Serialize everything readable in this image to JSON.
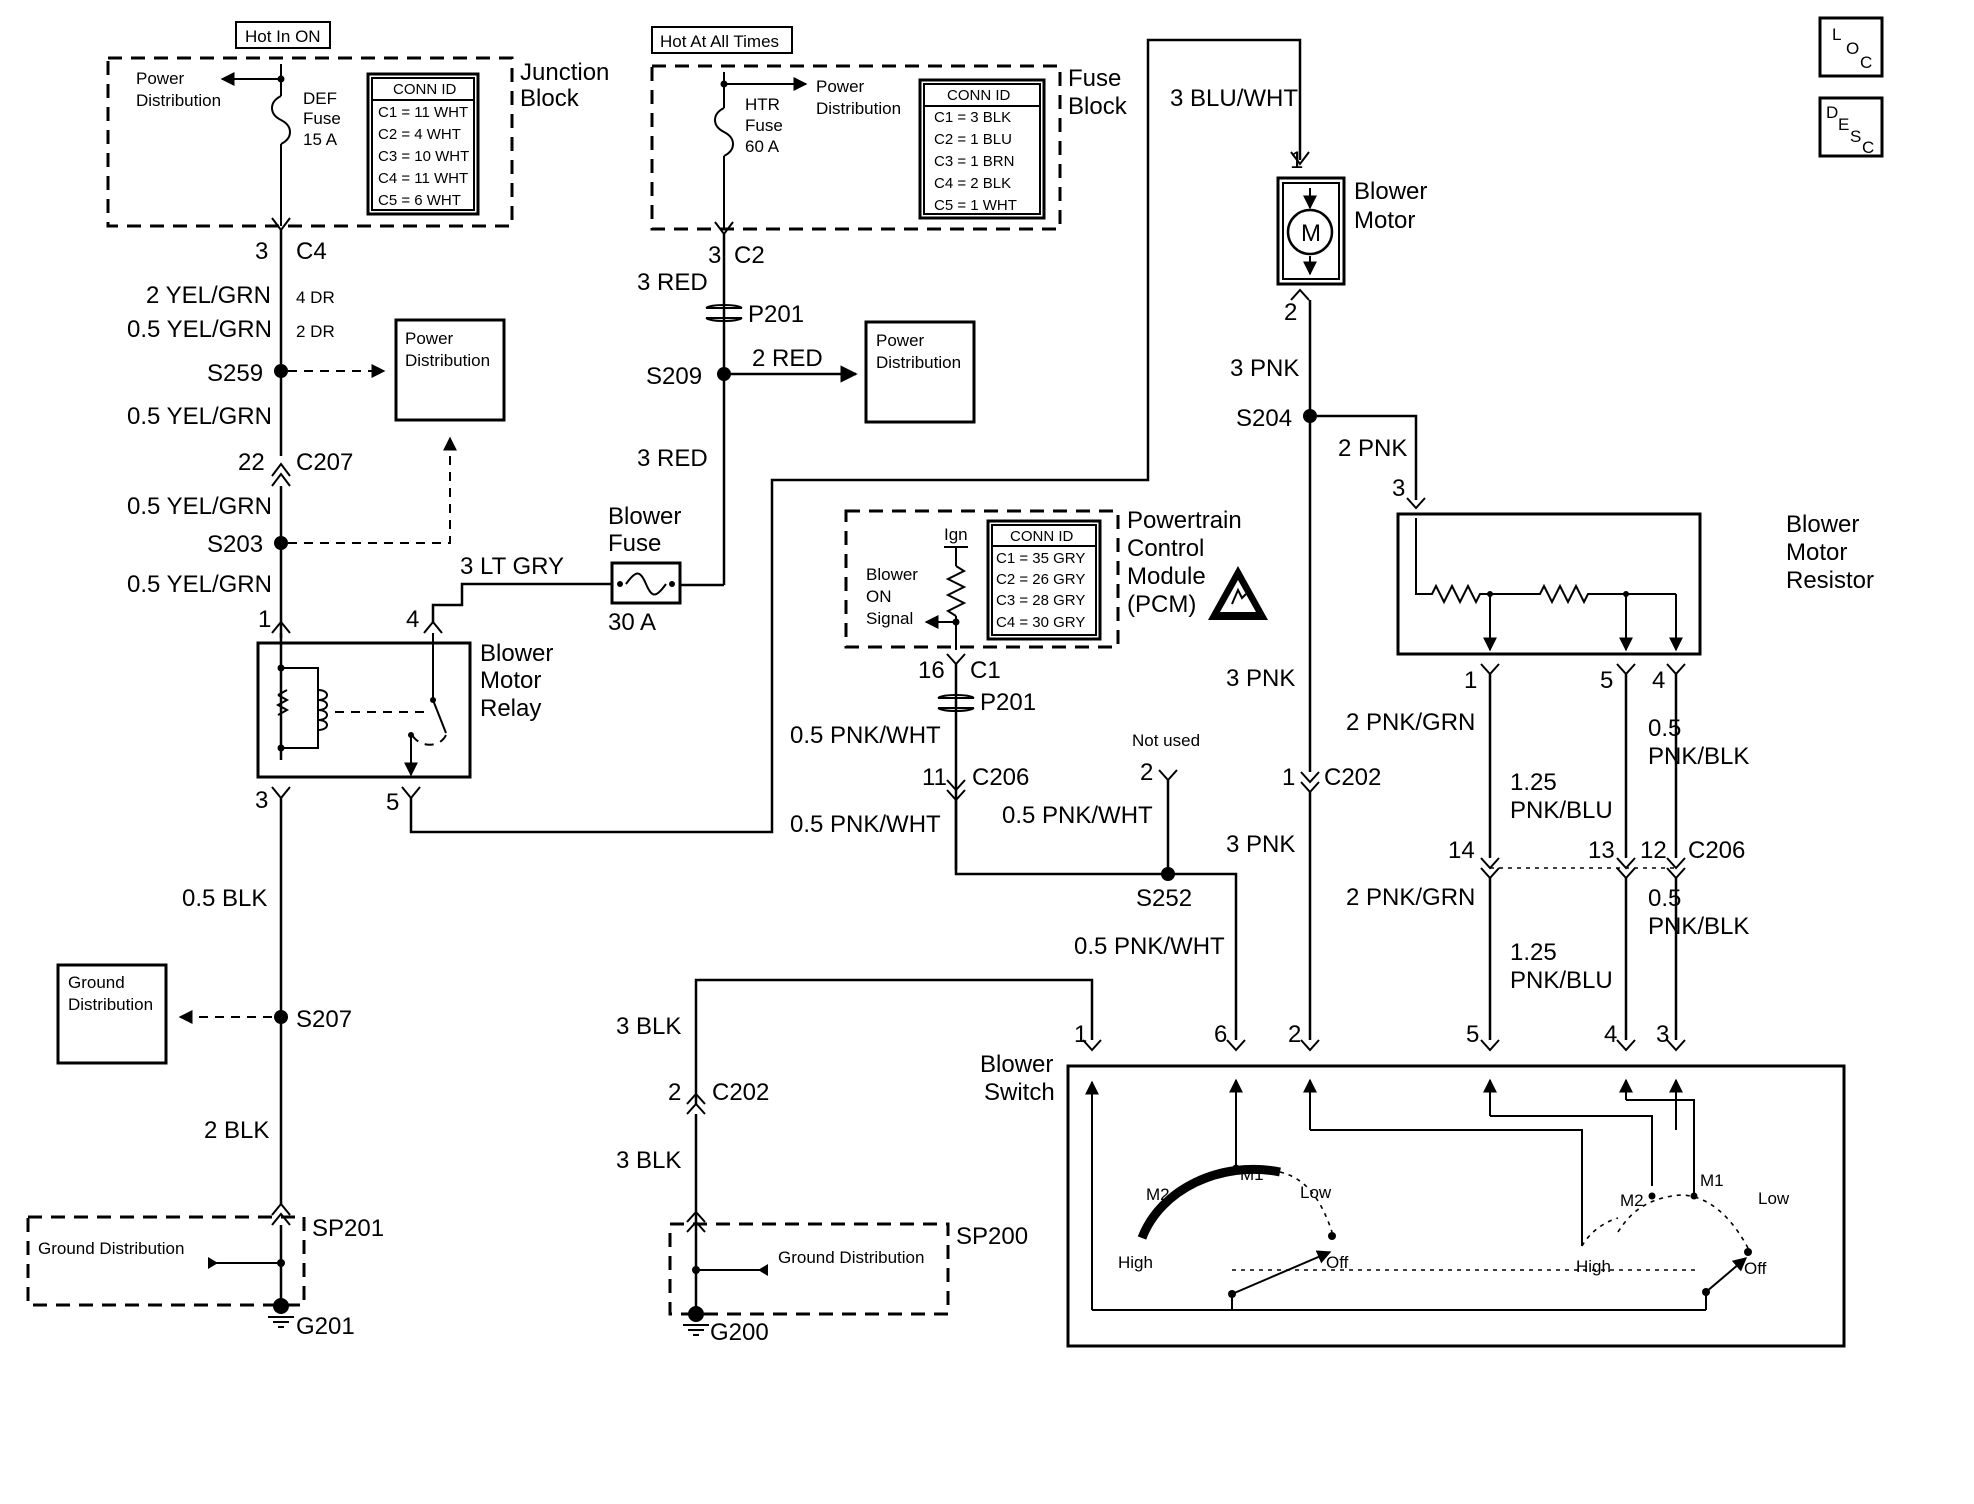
{
  "corner_icons": {
    "loc": [
      "L",
      "O",
      "C"
    ],
    "desc": [
      "D",
      "E",
      "S",
      "C"
    ]
  },
  "junction_block": {
    "header": "Hot In ON",
    "title_lines": [
      "Junction",
      "Block"
    ],
    "power_dist_lines": [
      "Power",
      "Distribution"
    ],
    "fuse_lines": [
      "DEF",
      "Fuse",
      "15 A"
    ],
    "conn_header": "CONN ID",
    "conn_rows": [
      "C1 = 11 WHT",
      "C2 = 4 WHT",
      "C3 = 10 WHT",
      "C4 = 11 WHT",
      "C5 = 6 WHT"
    ]
  },
  "fuse_block": {
    "header": "Hot At All Times",
    "title_lines": [
      "Fuse",
      "Block"
    ],
    "power_dist_lines": [
      "Power",
      "Distribution"
    ],
    "fuse_lines": [
      "HTR",
      "Fuse",
      "60 A"
    ],
    "conn_header": "CONN ID",
    "conn_rows": [
      "C1 = 3 BLK",
      "C2 = 1 BLU",
      "C3 = 1 BRN",
      "C4 = 2 BLK",
      "C5 = 1 WHT"
    ]
  },
  "left_circuit": {
    "c4_pin": "3",
    "c4": "C4",
    "wire_4dr": "2 YEL/GRN",
    "tag_4dr": "4 DR",
    "wire_2dr": "0.5 YEL/GRN",
    "tag_2dr": "2 DR",
    "s259": "S259",
    "power_dist_lines": [
      "Power",
      "Distribution"
    ],
    "wire_a": "0.5 YEL/GRN",
    "c207_pin": "22",
    "c207": "C207",
    "wire_b": "0.5 YEL/GRN",
    "s203": "S203",
    "wire_c": "0.5 YEL/GRN",
    "relay_pin1": "1",
    "relay_pin4": "4",
    "relay_pin3": "3",
    "relay_pin5": "5",
    "relay_lines": [
      "Blower",
      "Motor",
      "Relay"
    ],
    "wire_blk": "0.5 BLK",
    "ground_dist_lines": [
      "Ground",
      "Distribution"
    ],
    "s207": "S207",
    "wire_2blk": "2 BLK",
    "sp201": "SP201",
    "sp201_label": "Ground Distribution",
    "g201": "G201"
  },
  "mid_circuit": {
    "c2_pin": "3",
    "c2": "C2",
    "wire_red1": "3 RED",
    "p201": "P201",
    "s209": "S209",
    "wire_2red": "2 RED",
    "power_dist_lines": [
      "Power",
      "Distribution"
    ],
    "wire_red2": "3 RED",
    "blower_fuse_lines": [
      "Blower",
      "Fuse"
    ],
    "fuse_rating": "30 A",
    "wire_ltgry": "3 LT GRY"
  },
  "pcm": {
    "ign": "Ign",
    "signal_lines": [
      "Blower",
      "ON",
      "Signal"
    ],
    "conn_header": "CONN ID",
    "conn_rows": [
      "C1 = 35 GRY",
      "C2 = 26 GRY",
      "C3 = 28 GRY",
      "C4 = 30 GRY"
    ],
    "title_lines": [
      "Powertrain",
      "Control",
      "Module",
      "(PCM)"
    ],
    "c1_pin": "16",
    "c1": "C1",
    "p201": "P201",
    "wire_a": "0.5 PNK/WHT",
    "c206_pin": "11",
    "c206": "C206",
    "wire_b": "0.5 PNK/WHT",
    "not_used": "Not used",
    "nu_pin": "2",
    "wire_c": "0.5 PNK/WHT",
    "s252": "S252",
    "wire_d": "0.5 PNK/WHT"
  },
  "motor_circuit": {
    "wire_top": "3 BLU/WHT",
    "pin1": "1",
    "motor_lines": [
      "Blower",
      "Motor"
    ],
    "motor_symbol": "M",
    "pin2": "2",
    "wire_pnk": "3 PNK",
    "s204": "S204",
    "wire_2pnk": "2 PNK",
    "res_pin3": "3",
    "resistor_lines": [
      "Blower",
      "Motor",
      "Resistor"
    ],
    "wire_pnk2": "3 PNK",
    "c202_pin": "1",
    "c202": "C202",
    "wire_pnk3": "3 PNK",
    "res_pin1": "1",
    "res_pin5": "5",
    "res_pin4": "4",
    "w_pnkgrn": "2 PNK/GRN",
    "w_pnkblu": [
      "1.25",
      "PNK/BLU"
    ],
    "w_pnkblk": [
      "0.5",
      "PNK/BLK"
    ],
    "c206_pins": [
      "14",
      "13",
      "12"
    ],
    "c206": "C206",
    "w_pnkgrn2": "2 PNK/GRN",
    "w_pnkblu2": [
      "1.25",
      "PNK/BLU"
    ],
    "w_pnkblk2": [
      "0.5",
      "PNK/BLK"
    ]
  },
  "switch": {
    "title_lines": [
      "Blower",
      "Switch"
    ],
    "pins": [
      "1",
      "6",
      "2",
      "5",
      "4",
      "3"
    ],
    "left_pos": {
      "m2": "M2",
      "m1": "M1",
      "low": "Low",
      "high": "High",
      "off": "Off"
    },
    "right_pos": {
      "m2": "M2",
      "m1": "M1",
      "low": "Low",
      "high": "High",
      "off": "Off"
    }
  },
  "ground_right": {
    "wire_a": "3 BLK",
    "c202_pin": "2",
    "c202": "C202",
    "wire_b": "3 BLK",
    "sp200": "SP200",
    "sp200_label": "Ground Distribution",
    "g200": "G200"
  }
}
